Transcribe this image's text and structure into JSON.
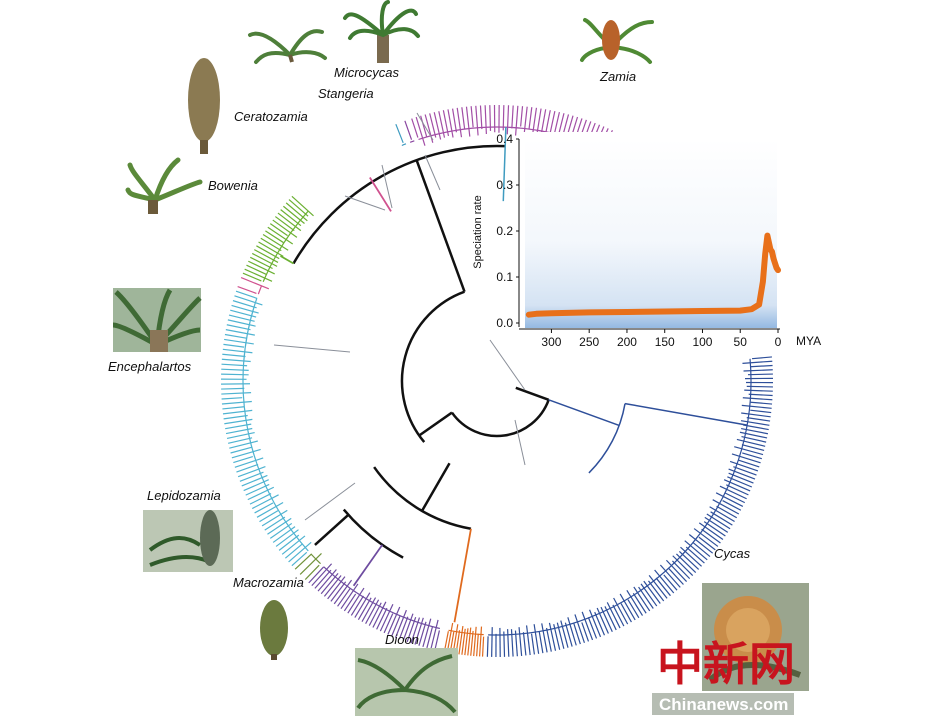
{
  "figure": {
    "genera": [
      {
        "id": "zamia",
        "label": "Zamia",
        "color": "#a24ea6"
      },
      {
        "id": "microcycas",
        "label": "Microcycas",
        "color": "#8a45a0"
      },
      {
        "id": "stangeria",
        "label": "Stangeria",
        "color": "#3f9bc0"
      },
      {
        "id": "ceratozamia",
        "label": "Ceratozamia",
        "color": "#6bb032"
      },
      {
        "id": "bowenia",
        "label": "Bowenia",
        "color": "#d0528f"
      },
      {
        "id": "encephalartos",
        "label": "Encephalartos",
        "color": "#4fb3d1"
      },
      {
        "id": "lepidozamia",
        "label": "Lepidozamia",
        "color": "#70923a"
      },
      {
        "id": "macrozamia",
        "label": "Macrozamia",
        "color": "#6e4ca0"
      },
      {
        "id": "dioon",
        "label": "Dioon",
        "color": "#e06a1e"
      },
      {
        "id": "cycas",
        "label": "Cycas",
        "color": "#2e4f9a"
      }
    ],
    "backbone_color": "#111111",
    "error_bar_color": "#8a8f99"
  },
  "chart_data": {
    "type": "line",
    "xlabel": "MYA",
    "ylabel": "Speciation rate",
    "x_ticks": [
      300,
      250,
      200,
      150,
      100,
      50,
      0
    ],
    "y_ticks": [
      "0.0",
      "0.1",
      "0.2",
      "0.3",
      "0.4"
    ],
    "xlim": [
      335,
      0
    ],
    "ylim": [
      0,
      0.4
    ],
    "x_reversed": true,
    "series": [
      {
        "color": "#e8701a",
        "x": [
          330,
          320,
          300,
          250,
          200,
          150,
          100,
          50,
          35,
          25,
          20,
          17,
          14,
          12,
          10,
          8,
          6,
          4,
          2,
          0
        ],
        "y": [
          0.018,
          0.02,
          0.021,
          0.023,
          0.024,
          0.025,
          0.026,
          0.027,
          0.03,
          0.04,
          0.09,
          0.15,
          0.19,
          0.175,
          0.16,
          0.155,
          0.14,
          0.13,
          0.12,
          0.115
        ]
      }
    ],
    "band_color": "#3d7fc9"
  },
  "watermark": {
    "chinese": "中新网",
    "site": "Chinanews.com"
  }
}
